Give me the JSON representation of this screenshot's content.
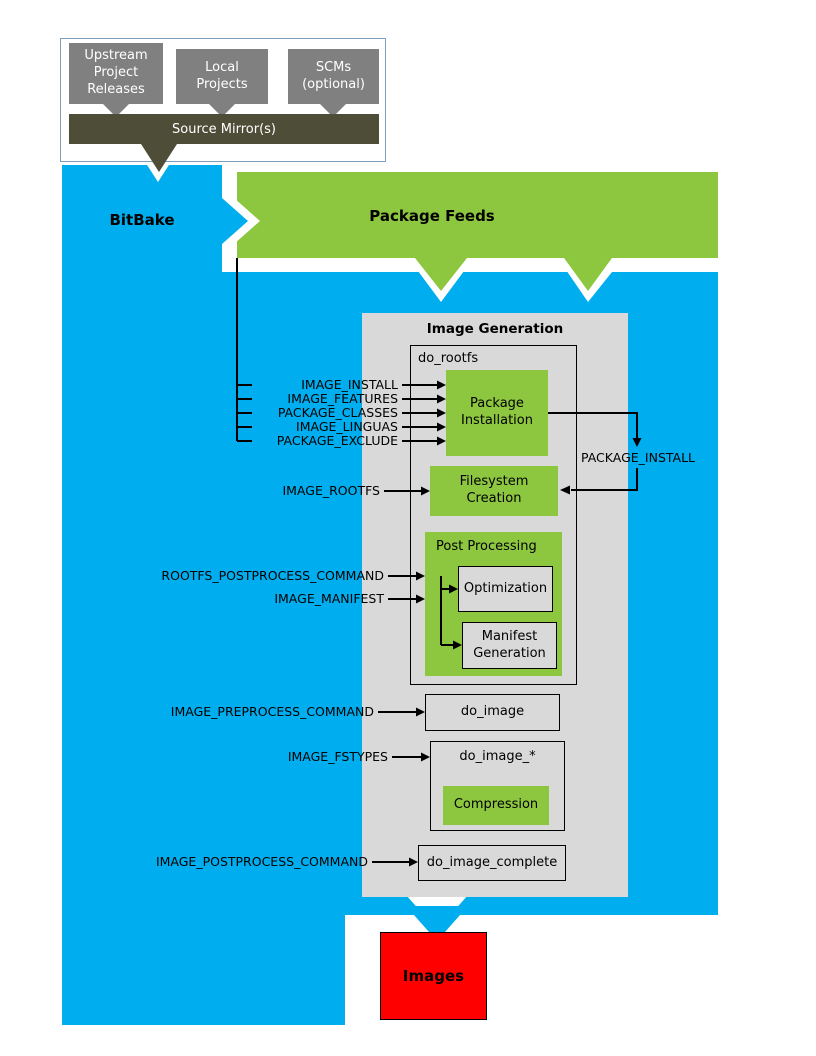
{
  "colors": {
    "bitbake_blue": "#00AEEF",
    "feeds_green": "#8DC63F",
    "source_box_gray": "#808080",
    "mirror_olive": "#4E4E38",
    "generation_gray": "#D9D9D9",
    "images_red": "#FF0000",
    "panel_border": "#7F9DB9"
  },
  "sources": {
    "upstream": "Upstream Project Releases",
    "local": "Local Projects",
    "scms": "SCMs (optional)",
    "mirror": "Source Mirror(s)"
  },
  "bitbake_label": "BitBake",
  "package_feeds_label": "Package Feeds",
  "image_generation": {
    "title": "Image Generation",
    "do_rootfs": {
      "label": "do_rootfs",
      "package_installation": "Package Installation",
      "filesystem_creation": "Filesystem Creation",
      "post_processing": {
        "label": "Post Processing",
        "optimization": "Optimization",
        "manifest_generation": "Manifest Generation"
      }
    },
    "do_image": "do_image",
    "do_image_star": {
      "label": "do_image_*",
      "compression": "Compression"
    },
    "do_image_complete": "do_image_complete"
  },
  "variables": {
    "install_inputs": [
      "IMAGE_INSTALL",
      "IMAGE_FEATURES",
      "PACKAGE_CLASSES",
      "IMAGE_LINGUAS",
      "PACKAGE_EXCLUDE"
    ],
    "package_install": "PACKAGE_INSTALL",
    "image_rootfs": "IMAGE_ROOTFS",
    "rootfs_postprocess_command": "ROOTFS_POSTPROCESS_COMMAND",
    "image_manifest": "IMAGE_MANIFEST",
    "image_preprocess_command": "IMAGE_PREPROCESS_COMMAND",
    "image_fstypes": "IMAGE_FSTYPES",
    "image_postprocess_command": "IMAGE_POSTPROCESS_COMMAND"
  },
  "images_label": "Images"
}
